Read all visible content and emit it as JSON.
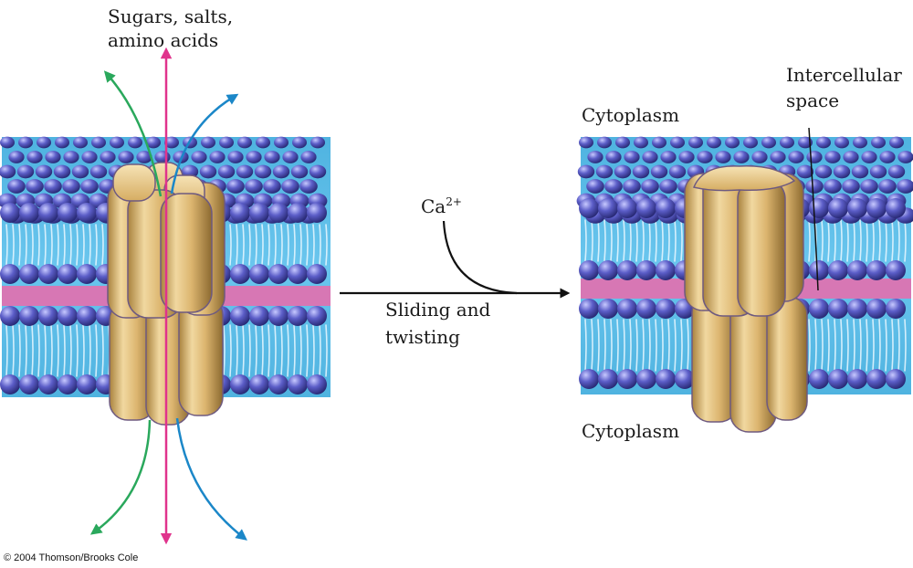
{
  "labels": {
    "transported": [
      "Sugars, salts,",
      "amino acids"
    ],
    "cytoplasm_top": "Cytoplasm",
    "cytoplasm_bottom": "Cytoplasm",
    "intercellular": [
      "Intercellular",
      "space"
    ],
    "calcium": "Ca",
    "calcium_charge": "2+",
    "process": [
      "Sliding and",
      "twisting"
    ],
    "copyright": "© 2004 Thomson/Brooks Cole"
  },
  "colors": {
    "membrane_water": "#57b9e2",
    "lipid_head": "#4b4db5",
    "midline": "#d777b4",
    "protein": "#dcb56f",
    "arrow_green": "#2aa85c",
    "arrow_magenta": "#e0338c",
    "arrow_blue": "#1b87c8",
    "arrow_black": "#111111"
  }
}
